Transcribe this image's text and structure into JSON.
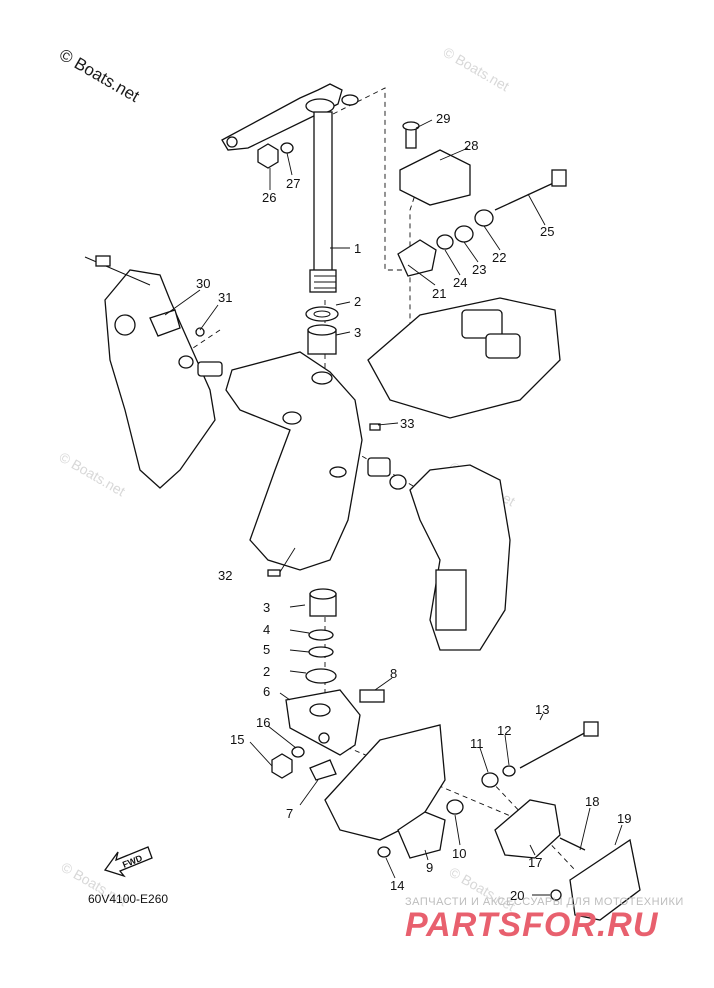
{
  "copyright": "© Boats.net",
  "watermark": "© Boats.net",
  "diagram_code": "60V4100-E260",
  "fwd_label": "FWD",
  "brand": {
    "tagline": "ЗАПЧАСТИ И АКСЕССУАРЫ ДЛЯ МОТОТЕХНИКИ",
    "logo": "PARTSFOR.RU",
    "logo_color": "#e8606e"
  },
  "callouts": {
    "c1": "1",
    "c2a": "2",
    "c2b": "2",
    "c3a": "3",
    "c3b": "3",
    "c4": "4",
    "c5": "5",
    "c6": "6",
    "c7": "7",
    "c8": "8",
    "c9": "9",
    "c10": "10",
    "c11": "11",
    "c12": "12",
    "c13": "13",
    "c14": "14",
    "c15": "15",
    "c16": "16",
    "c17": "17",
    "c18": "18",
    "c19": "19",
    "c20": "20",
    "c21": "21",
    "c22": "22",
    "c23": "23",
    "c24": "24",
    "c25": "25",
    "c26": "26",
    "c27": "27",
    "c28": "28",
    "c29": "29",
    "c30": "30",
    "c31": "31",
    "c32": "32",
    "c33": "33"
  }
}
